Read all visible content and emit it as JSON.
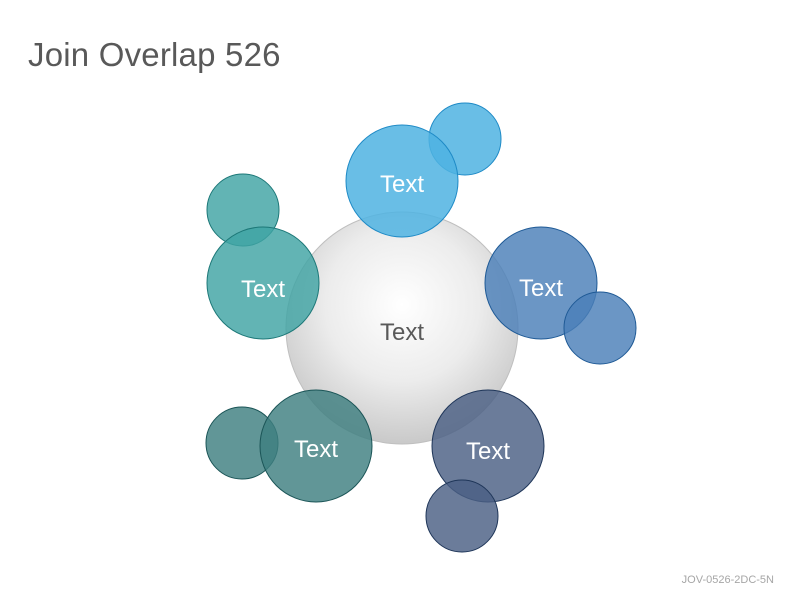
{
  "slide": {
    "title": "Join Overlap 526",
    "footer_code": "JOV-0526-2DC-5N"
  },
  "diagram": {
    "center": {
      "label": "Text"
    },
    "nodes": [
      {
        "id": "top",
        "label": "Text",
        "color": "#4FB3E2",
        "stroke": "#1E8AC6"
      },
      {
        "id": "right",
        "label": "Text",
        "color": "#4A7FB8",
        "stroke": "#1F5A96"
      },
      {
        "id": "bottom-right",
        "label": "Text",
        "color": "#4A5F84",
        "stroke": "#1F3659"
      },
      {
        "id": "bottom-left",
        "label": "Text",
        "color": "#3E7F80",
        "stroke": "#1B5557"
      },
      {
        "id": "left",
        "label": "Text",
        "color": "#3FA3A3",
        "stroke": "#1D7878"
      }
    ]
  }
}
